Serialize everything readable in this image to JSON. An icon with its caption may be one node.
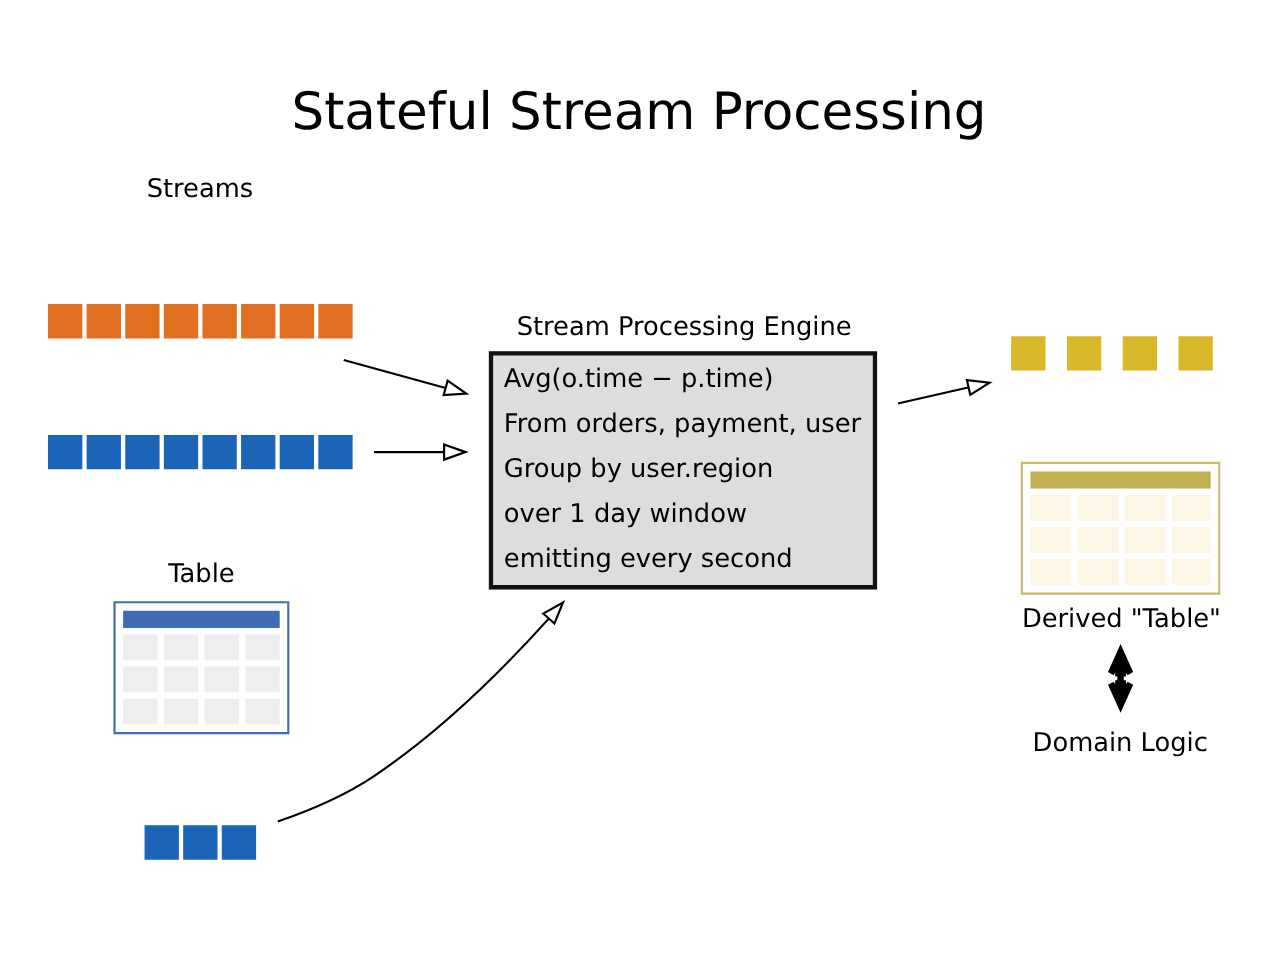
{
  "diagram": {
    "title": "Stateful Stream Processing",
    "nodes": [
      {
        "text": [
          "Stream Processing Engine",
          "Avg(o.time − p.time)",
          "From orders, payment, user",
          "Group by user.region",
          "over 1 day window",
          "emitting every second"
        ]
      },
      {
        "text": [],
        "shape": "bar"
      },
      {
        "text": [],
        "shape": "bar"
      },
      {
        "text": [],
        "shape": "bar"
      },
      {
        "text": [
          "Table"
        ]
      },
      {
        "text": [],
        "shape": "bar"
      },
      {
        "text": [
          "Domain Logic"
        ]
      },
      {
        "text": [
          "Derived \"Table\""
        ]
      }
    ],
    "edges": [
      {
        "from": 1,
        "to": 0,
        "arrow": "to"
      },
      {
        "from": 2,
        "to": 0,
        "arrow": "to"
      },
      {
        "from": 3,
        "to": 0,
        "arrow": "to"
      },
      {
        "from": 0,
        "to": 5,
        "arrow": "to"
      },
      {
        "from": 7,
        "to": 6,
        "arrow": "both",
        "style": "thick"
      }
    ],
    "labels": [
      "Streams"
    ]
  }
}
